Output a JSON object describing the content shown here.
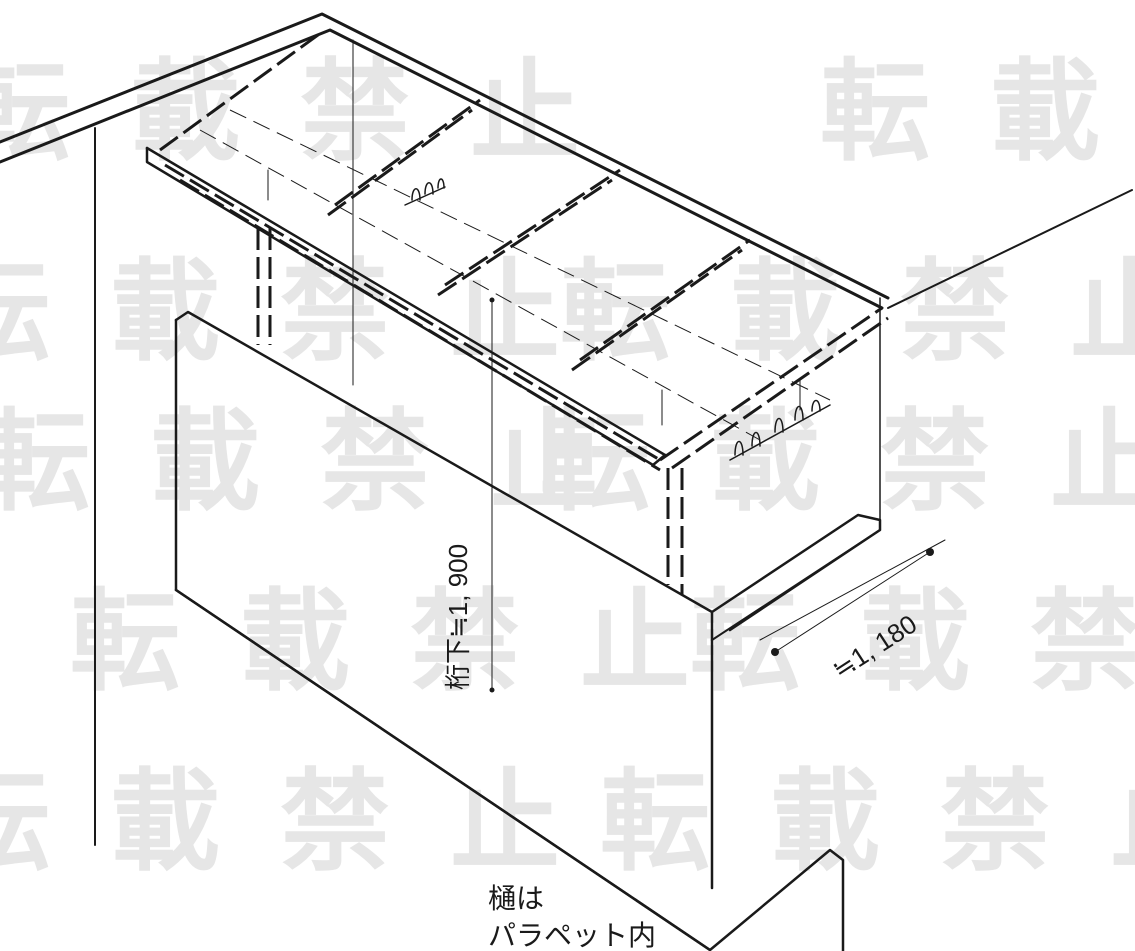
{
  "watermark": {
    "text": "転載禁止"
  },
  "annotations": {
    "height_label": "桁下≒1, 900",
    "depth_label": "≒1, 180",
    "gutter_line1": "樋は",
    "gutter_line2": "パラペット内"
  }
}
